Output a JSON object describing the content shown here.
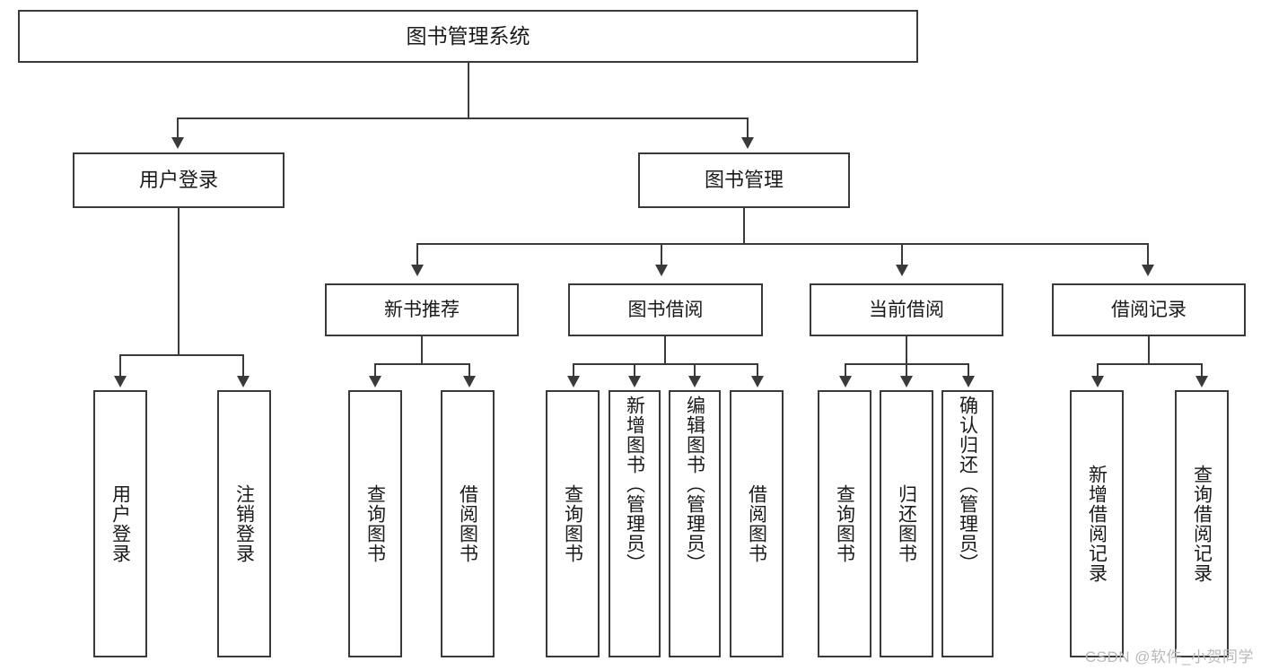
{
  "diagram": {
    "title": "图书管理系统",
    "type": "tree-hierarchy-chart",
    "watermark": "CSDN @软件_小贺同学",
    "colors": {
      "box_border": "#3a3a3a",
      "box_fill": "#ffffff",
      "connector": "#3a3a3a",
      "text": "#1a1a1a",
      "watermark": "#b9b9b9",
      "background": "#ffffff"
    }
  },
  "nodes": {
    "root": {
      "label": "图书管理系统"
    },
    "level1": [
      {
        "id": "user-login",
        "label": "用户登录"
      },
      {
        "id": "book-manage",
        "label": "图书管理"
      }
    ],
    "level2": [
      {
        "id": "new-book-recommend",
        "label": "新书推荐"
      },
      {
        "id": "book-borrow",
        "label": "图书借阅"
      },
      {
        "id": "current-borrow",
        "label": "当前借阅"
      },
      {
        "id": "borrow-record",
        "label": "借阅记录"
      }
    ],
    "leaves": {
      "user-login": [
        {
          "id": "leaf-user-login",
          "label": "用户登录"
        },
        {
          "id": "leaf-logout-login",
          "label": "注销登录"
        }
      ],
      "new-book-recommend": [
        {
          "id": "leaf-query-book-1",
          "label": "查询图书"
        },
        {
          "id": "leaf-borrow-book-1",
          "label": "借阅图书"
        }
      ],
      "book-borrow": [
        {
          "id": "leaf-query-book-2",
          "label": "查询图书"
        },
        {
          "id": "leaf-add-book-admin",
          "label": "新增图书（管理员）"
        },
        {
          "id": "leaf-edit-book-admin",
          "label": "编辑图书（管理员）"
        },
        {
          "id": "leaf-borrow-book-2",
          "label": "借阅图书"
        }
      ],
      "current-borrow": [
        {
          "id": "leaf-query-book-3",
          "label": "查询图书"
        },
        {
          "id": "leaf-return-book",
          "label": "归还图书"
        },
        {
          "id": "leaf-confirm-return-admin",
          "label": "确认归还（管理员）"
        }
      ],
      "borrow-record": [
        {
          "id": "leaf-add-borrow-record",
          "label": "新增借阅记录"
        },
        {
          "id": "leaf-query-borrow-record",
          "label": "查询借阅记录"
        }
      ]
    }
  }
}
